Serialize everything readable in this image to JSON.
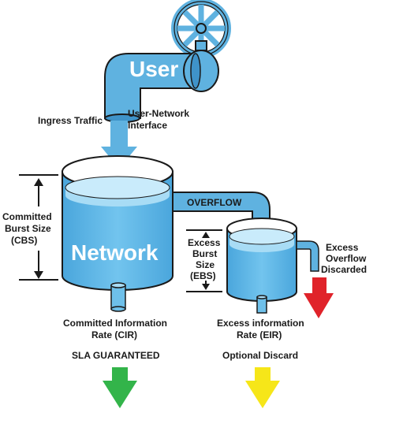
{
  "labels": {
    "user": "User",
    "network": "Network",
    "ingress_traffic": "Ingress Traffic",
    "uni_line1": "User-Network",
    "uni_line2": "Interface",
    "overflow": "OVERFLOW",
    "cbs_line1": "Committed",
    "cbs_line2": "Burst Size",
    "cbs_line3": "(CBS)",
    "ebs_line1": "Excess",
    "ebs_line2": "Burst",
    "ebs_line3": "Size",
    "ebs_line4": "(EBS)",
    "eod_line1": "Excess",
    "eod_line2": "Overflow",
    "eod_line3": "Discarded",
    "cir_line1": "Committed Information",
    "cir_line2": "Rate (CIR)",
    "eir_line1": "Excess information",
    "eir_line2": "Rate (EIR)",
    "sla": "SLA GUARANTEED",
    "optional": "Optional Discard"
  },
  "colors": {
    "pipe_blue": "#5fb2e0",
    "tank_blue": "#6ec0ea",
    "water_light": "#a8dcf5",
    "outline": "#1a1a1a",
    "arrow_green": "#33b44a",
    "arrow_yellow": "#f6e619",
    "arrow_red": "#e0232a"
  },
  "icons": {
    "valve": "valve-wheel-icon",
    "faucet": "faucet-pipe-icon"
  }
}
